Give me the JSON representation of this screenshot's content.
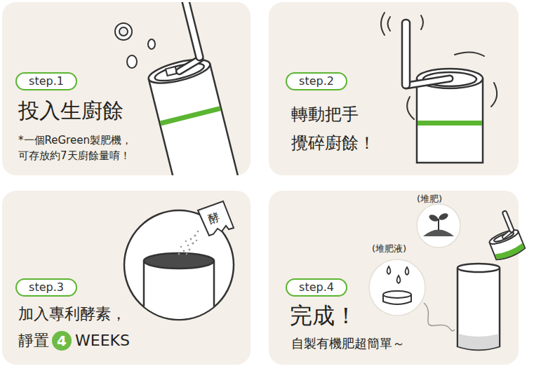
{
  "diagram": {
    "nodes": [
      {
        "text": [
          "投入生廚餘",
          "*一個ReGreen製肥機，可存放約7天廚餘量唷！"
        ]
      },
      {
        "text": [
          "step.1"
        ],
        "in": 0
      },
      {
        "text": [
          "轉動把手 攪碎廚餘！"
        ]
      },
      {
        "text": [
          "step.2"
        ],
        "in": 2
      },
      {
        "text": [
          "加入專利酵素，",
          "靜置",
          "WEEKS"
        ]
      },
      {
        "text": [
          "step.3"
        ],
        "in": 4
      },
      {
        "text": [
          "4"
        ],
        "in": 4
      },
      {
        "text": [
          "完成！",
          "自製有機肥超簡單～"
        ]
      },
      {
        "text": [
          "step.4"
        ],
        "in": 7
      }
    ],
    "labels": [
      "酵",
      "(堆肥)",
      "(堆肥液)"
    ]
  }
}
